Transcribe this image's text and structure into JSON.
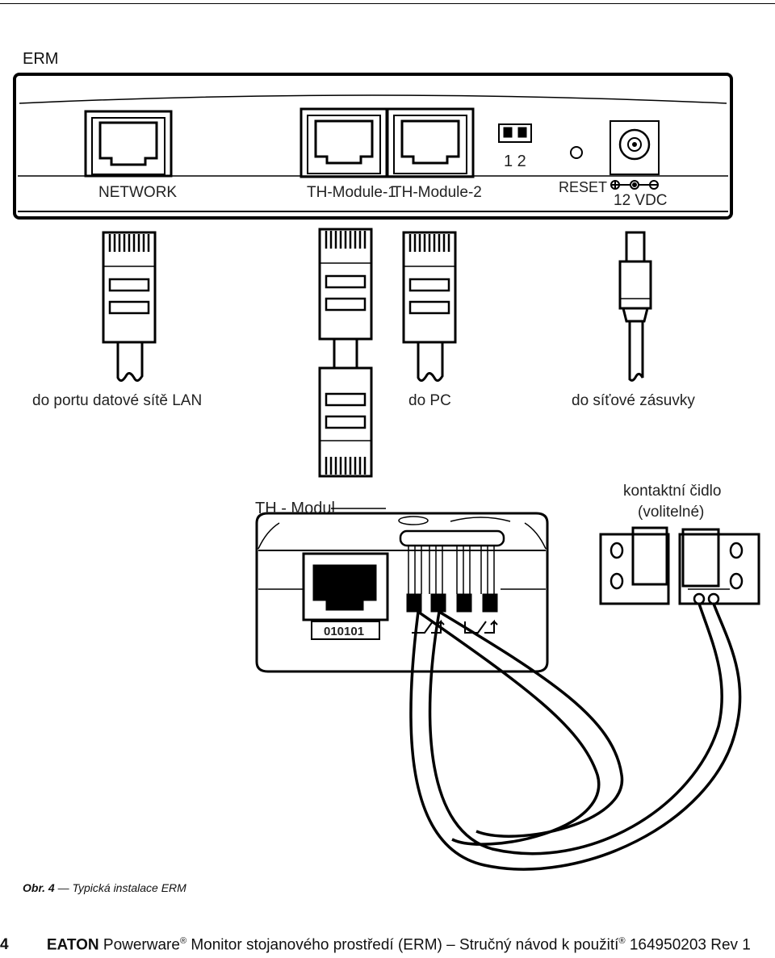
{
  "header": {
    "title": "ERM"
  },
  "device": {
    "ports": {
      "network": "NETWORK",
      "th1": "TH-Module-1",
      "th2": "TH-Module-2",
      "switch": "1 2",
      "reset": "RESET",
      "power": "12 VDC"
    }
  },
  "cables": {
    "lan": "do portu datové sítě LAN",
    "pc": "do PC",
    "outlet": "do síťové zásuvky"
  },
  "th_module": {
    "label": "TH - Modul",
    "code": "010101"
  },
  "sensor": {
    "line1": "kontaktní čidlo",
    "line2": "(volitelné)"
  },
  "caption": {
    "prefix": "Obr.",
    "num": "4",
    "dash": "—",
    "text": "Typická instalace ERM"
  },
  "footer": {
    "page": "4",
    "brand": "EATON",
    "product": "Powerware",
    "reg": "®",
    "title": "Monitor stojanového prostředí (ERM) – Stručný návod k použití",
    "reg2": "®",
    "doc": "164950203 Rev 1"
  }
}
